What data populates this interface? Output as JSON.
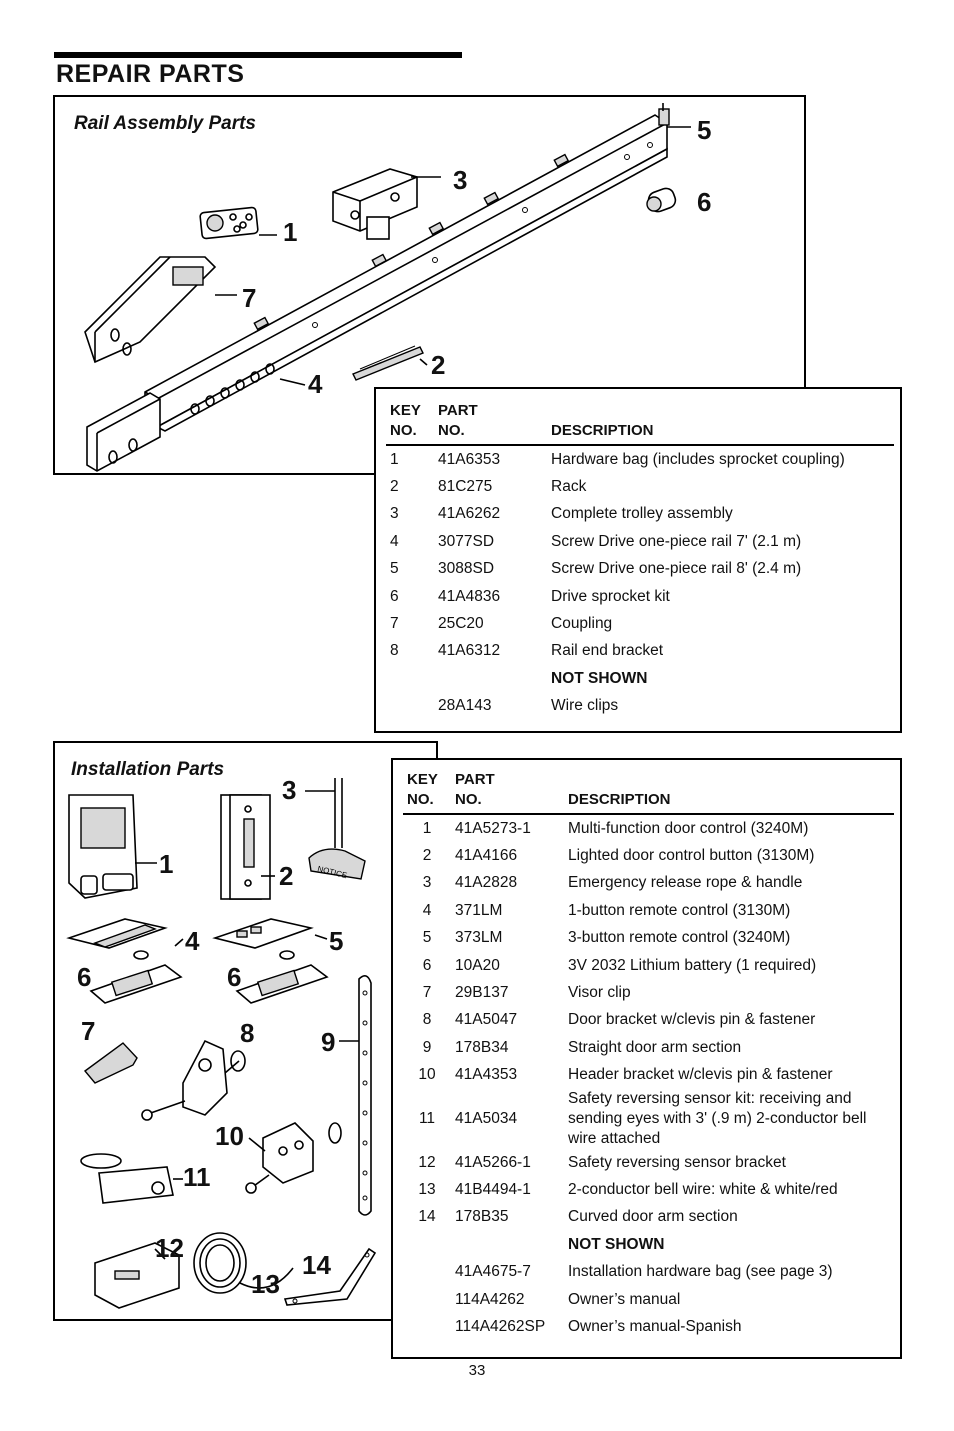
{
  "page": {
    "title": "REPAIR PARTS",
    "page_number": "33"
  },
  "rail_assembly": {
    "label": "Rail Assembly Parts",
    "callouts": [
      "1",
      "2",
      "3",
      "4",
      "5",
      "6",
      "7"
    ],
    "headers": {
      "key_line1": "KEY",
      "key_line2": "NO.",
      "part_line1": "PART",
      "part_line2": "NO.",
      "description": "DESCRIPTION"
    },
    "rows": [
      {
        "key": "1",
        "part": "41A6353",
        "desc": "Hardware bag (includes sprocket coupling)"
      },
      {
        "key": "2",
        "part": "81C275",
        "desc": "Rack"
      },
      {
        "key": "3",
        "part": "41A6262",
        "desc": "Complete trolley assembly"
      },
      {
        "key": "4",
        "part": "3077SD",
        "desc": "Screw Drive one-piece rail 7' (2.1 m)"
      },
      {
        "key": "5",
        "part": "3088SD",
        "desc": "Screw Drive one-piece rail 8' (2.4 m)"
      },
      {
        "key": "6",
        "part": "41A4836",
        "desc": "Drive sprocket kit"
      },
      {
        "key": "7",
        "part": "25C20",
        "desc": "Coupling"
      },
      {
        "key": "8",
        "part": "41A6312",
        "desc": "Rail end bracket"
      }
    ],
    "not_shown_label": "NOT SHOWN",
    "not_shown": [
      {
        "key": "",
        "part": "28A143",
        "desc": "Wire clips"
      }
    ]
  },
  "installation": {
    "label": "Installation Parts",
    "callouts": [
      "1",
      "2",
      "3",
      "4",
      "5",
      "6",
      "6",
      "7",
      "8",
      "9",
      "10",
      "11",
      "12",
      "13",
      "14"
    ],
    "notice_text": "NOTICE",
    "headers": {
      "key_line1": "KEY",
      "key_line2": "NO.",
      "part_line1": "PART",
      "part_line2": "NO.",
      "description": "DESCRIPTION"
    },
    "rows": [
      {
        "key": "1",
        "part": "41A5273-1",
        "desc": "Multi-function door control (3240M)"
      },
      {
        "key": "2",
        "part": "41A4166",
        "desc": "Lighted door control button (3130M)"
      },
      {
        "key": "3",
        "part": "41A2828",
        "desc": "Emergency release rope & handle"
      },
      {
        "key": "4",
        "part": "371LM",
        "desc": "1-button remote control (3130M)"
      },
      {
        "key": "5",
        "part": "373LM",
        "desc": "3-button remote control (3240M)"
      },
      {
        "key": "6",
        "part": "10A20",
        "desc": "3V 2032 Lithium battery (1 required)"
      },
      {
        "key": "7",
        "part": "29B137",
        "desc": "Visor clip"
      },
      {
        "key": "8",
        "part": "41A5047",
        "desc": "Door bracket w/clevis pin & fastener"
      },
      {
        "key": "9",
        "part": "178B34",
        "desc": "Straight door arm section"
      },
      {
        "key": "10",
        "part": "41A4353",
        "desc": "Header bracket w/clevis pin & fastener"
      },
      {
        "key": "11",
        "part": "41A5034",
        "desc": "Safety reversing sensor kit: receiving and sending eyes with 3' (.9 m) 2-conductor bell wire attached"
      },
      {
        "key": "12",
        "part": "41A5266-1",
        "desc": "Safety reversing sensor bracket"
      },
      {
        "key": "13",
        "part": "41B4494-1",
        "desc": "2-conductor bell wire: white & white/red"
      },
      {
        "key": "14",
        "part": "178B35",
        "desc": "Curved door arm section"
      }
    ],
    "not_shown_label": "NOT SHOWN",
    "not_shown": [
      {
        "key": "",
        "part": "41A4675-7",
        "desc": "Installation hardware bag (see page 3)"
      },
      {
        "key": "",
        "part": "114A4262",
        "desc": "Owner’s manual"
      },
      {
        "key": "",
        "part": "114A4262SP",
        "desc": "Owner’s manual-Spanish"
      }
    ]
  }
}
